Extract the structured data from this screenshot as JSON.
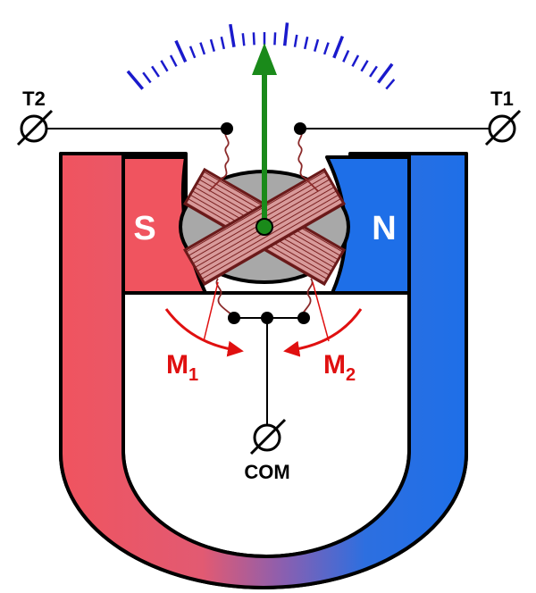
{
  "terminals": {
    "t1": "T1",
    "t2": "T2",
    "com": "COM"
  },
  "poles": {
    "south": "S",
    "north": "N"
  },
  "moments": {
    "m1": {
      "letter": "M",
      "sub": "1"
    },
    "m2": {
      "letter": "M",
      "sub": "2"
    }
  },
  "colors": {
    "south_pole": "#f0545f",
    "north_pole": "#1e6fe8",
    "gauge_scale": "#1a1acc",
    "pointer": "#1a8a1a",
    "moment_arrows": "#e01010",
    "coil_wire": "#8b2a2a",
    "coil_fill": "#d89a9a",
    "rotor_core": "#a8a8a8"
  }
}
